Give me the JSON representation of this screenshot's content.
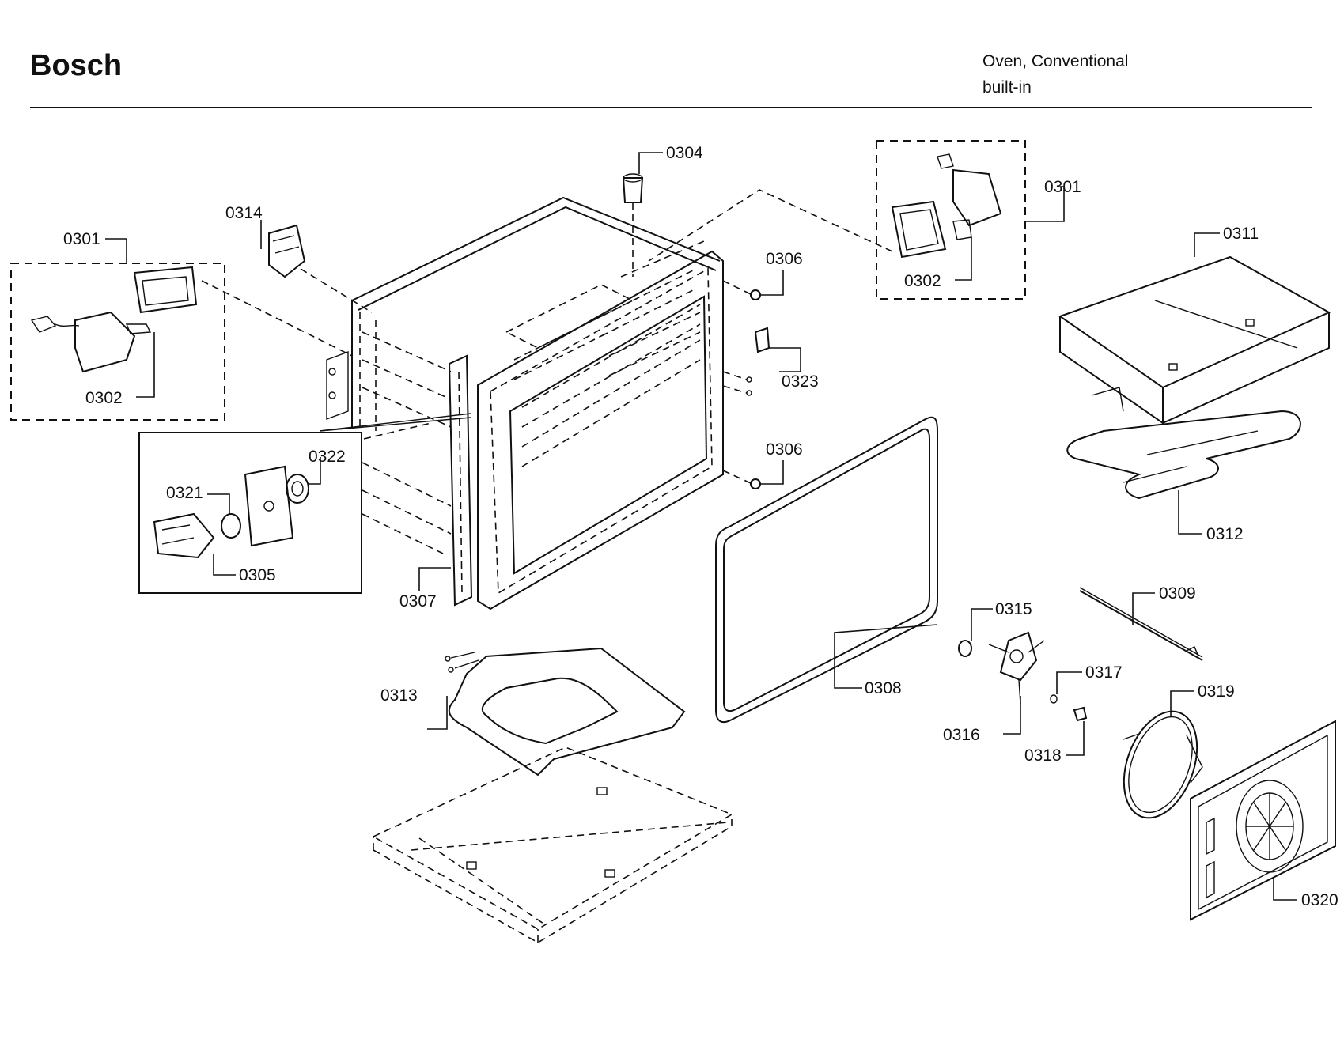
{
  "header": {
    "brand": "Bosch",
    "line1": "Oven, Conventional",
    "line2": "built-in"
  },
  "callouts": [
    {
      "id": "0301a",
      "text": "0301"
    },
    {
      "id": "0302a",
      "text": "0302"
    },
    {
      "id": "0314",
      "text": "0314"
    },
    {
      "id": "0304",
      "text": "0304"
    },
    {
      "id": "0301b",
      "text": "0301"
    },
    {
      "id": "0302b",
      "text": "0302"
    },
    {
      "id": "0311",
      "text": "0311"
    },
    {
      "id": "0306a",
      "text": "0306"
    },
    {
      "id": "0323",
      "text": "0323"
    },
    {
      "id": "0306b",
      "text": "0306"
    },
    {
      "id": "0322",
      "text": "0322"
    },
    {
      "id": "0321",
      "text": "0321"
    },
    {
      "id": "0305",
      "text": "0305"
    },
    {
      "id": "0307",
      "text": "0307"
    },
    {
      "id": "0312",
      "text": "0312"
    },
    {
      "id": "0309",
      "text": "0309"
    },
    {
      "id": "0315",
      "text": "0315"
    },
    {
      "id": "0317",
      "text": "0317"
    },
    {
      "id": "0319",
      "text": "0319"
    },
    {
      "id": "0313",
      "text": "0313"
    },
    {
      "id": "0308",
      "text": "0308"
    },
    {
      "id": "0316",
      "text": "0316"
    },
    {
      "id": "0318",
      "text": "0318"
    },
    {
      "id": "0320",
      "text": "0320"
    }
  ]
}
